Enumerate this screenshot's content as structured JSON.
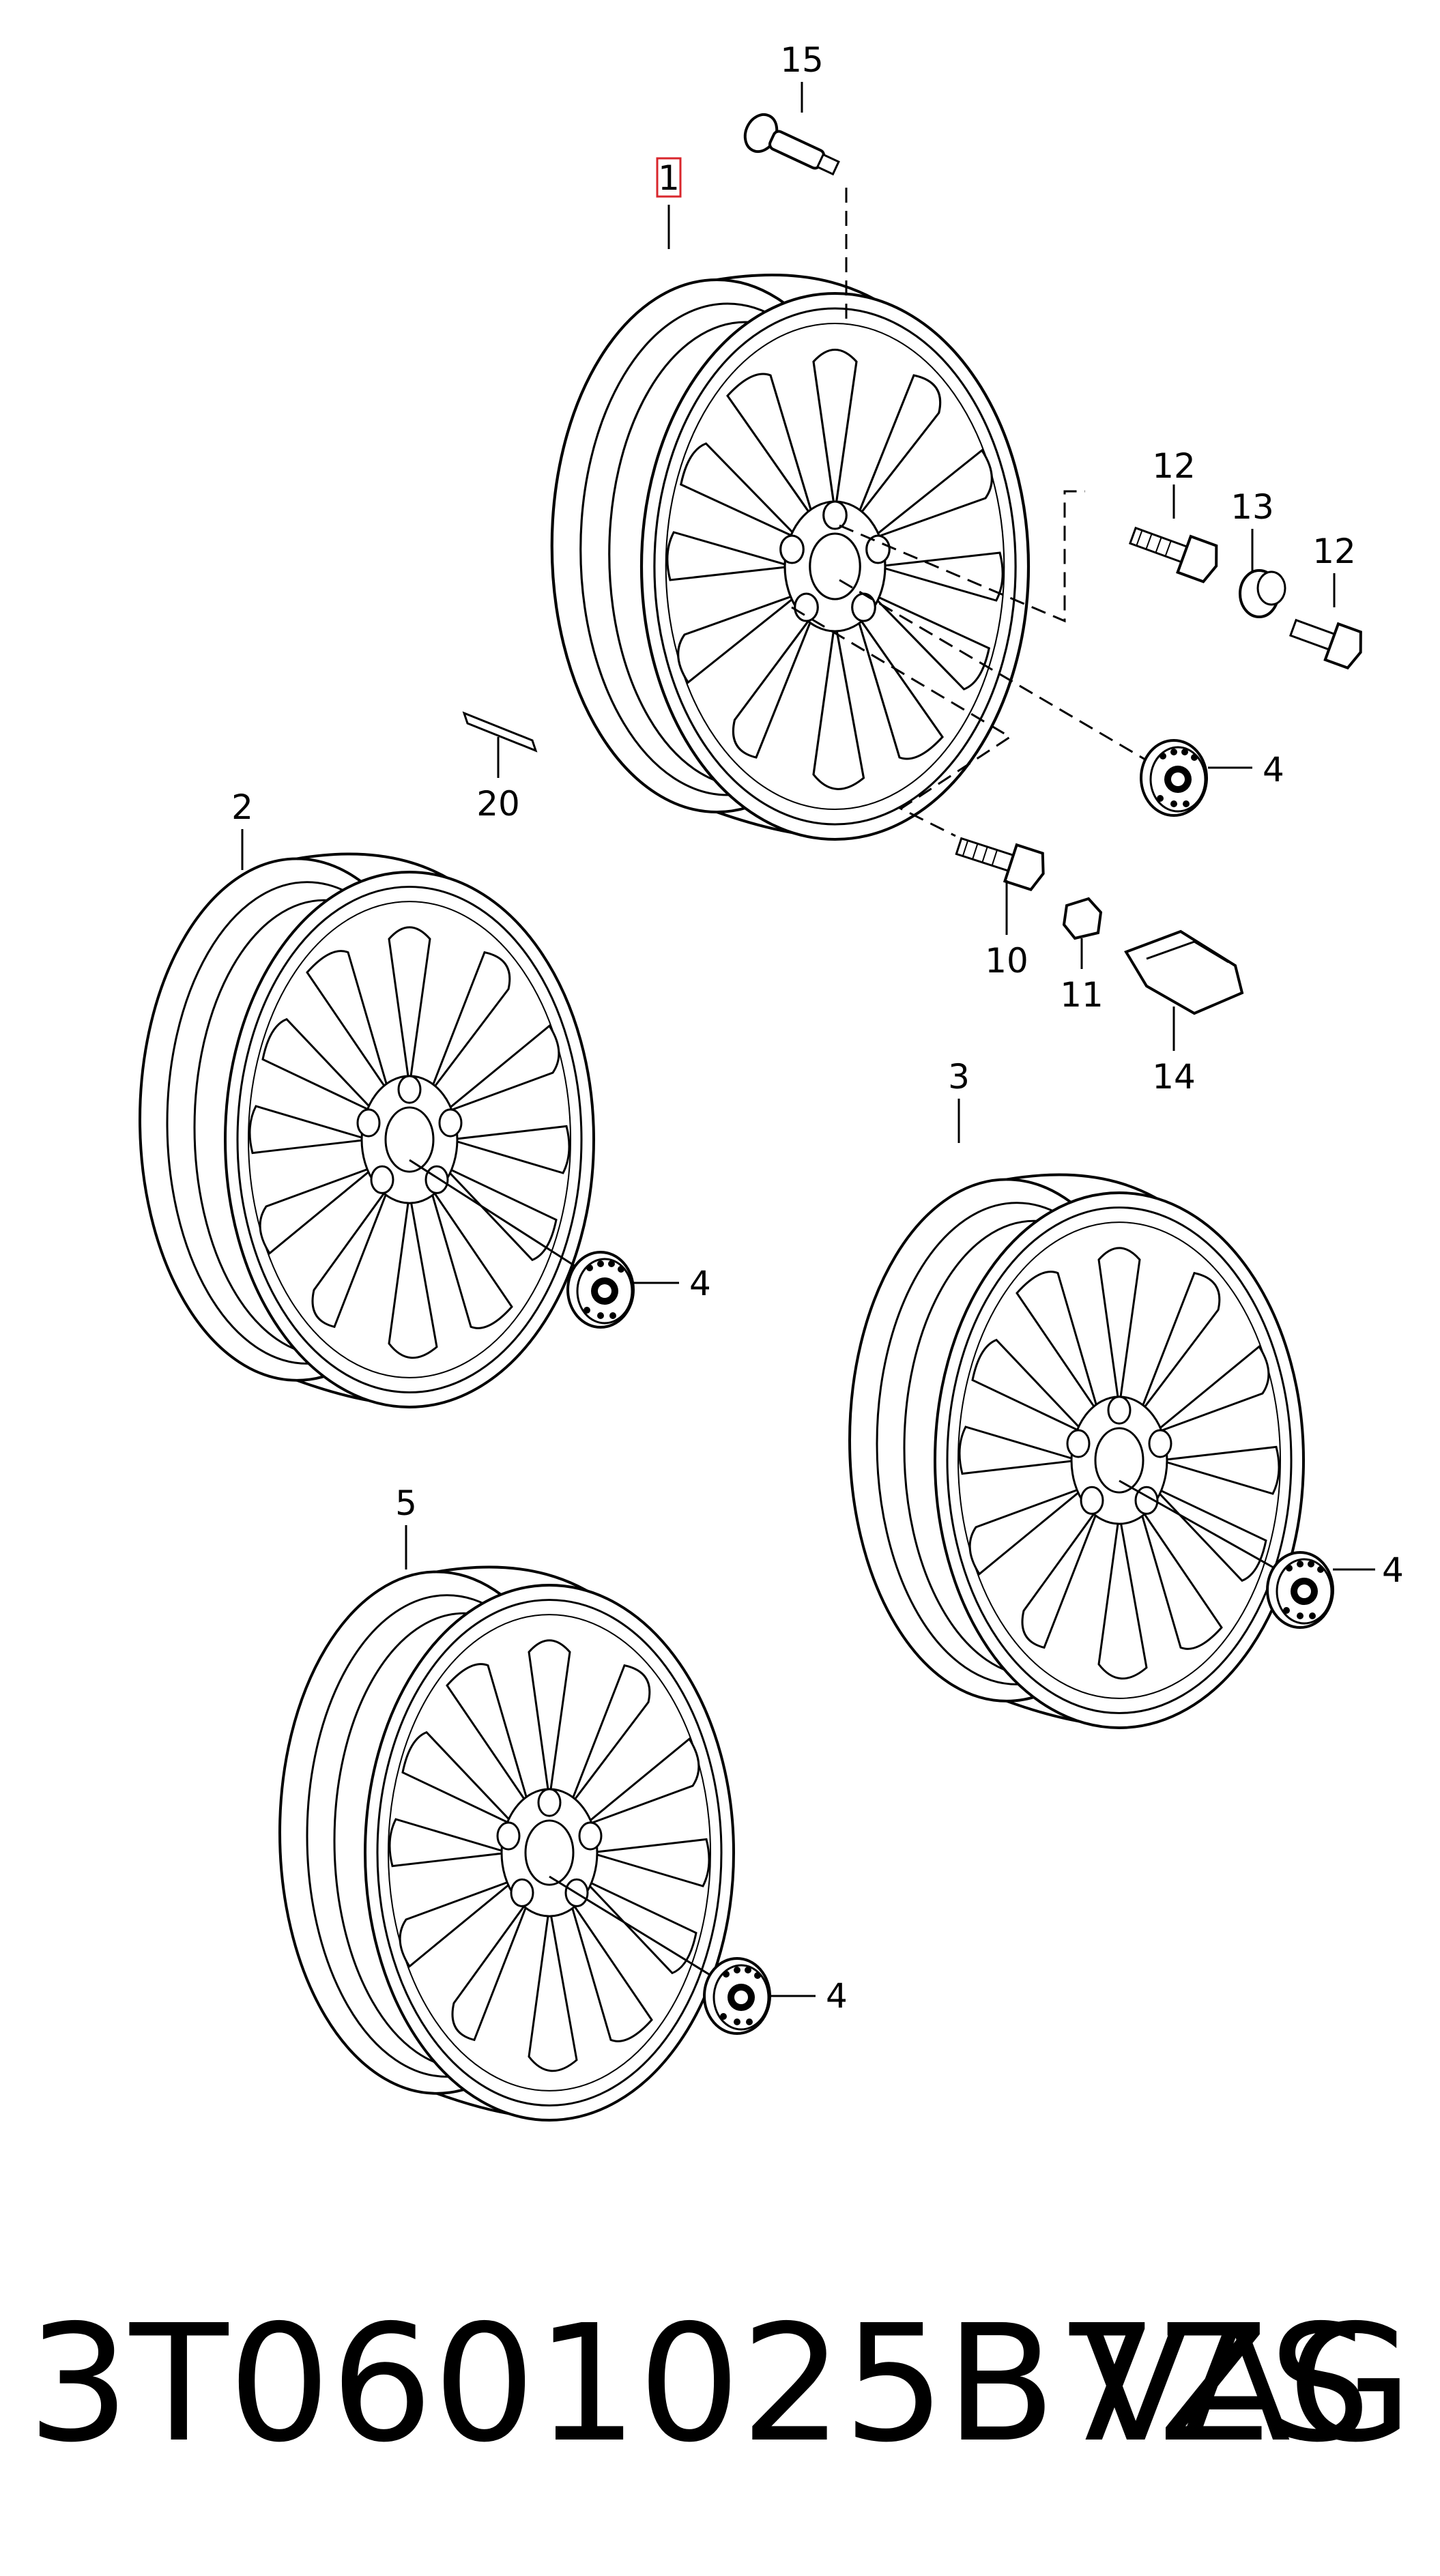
{
  "diagram": {
    "callouts": {
      "c1": "1",
      "c2": "2",
      "c3": "3",
      "c4a": "4",
      "c4b": "4",
      "c4c": "4",
      "c4d": "4",
      "c5": "5",
      "c10": "10",
      "c11": "11",
      "c12a": "12",
      "c12b": "12",
      "c13": "13",
      "c14": "14",
      "c15": "15",
      "c20": "20"
    },
    "highlight_color": "#d9262c",
    "line_color": "#000000"
  },
  "footer": {
    "part_number": "3T0601025B7ZS",
    "brand": "VAG"
  }
}
